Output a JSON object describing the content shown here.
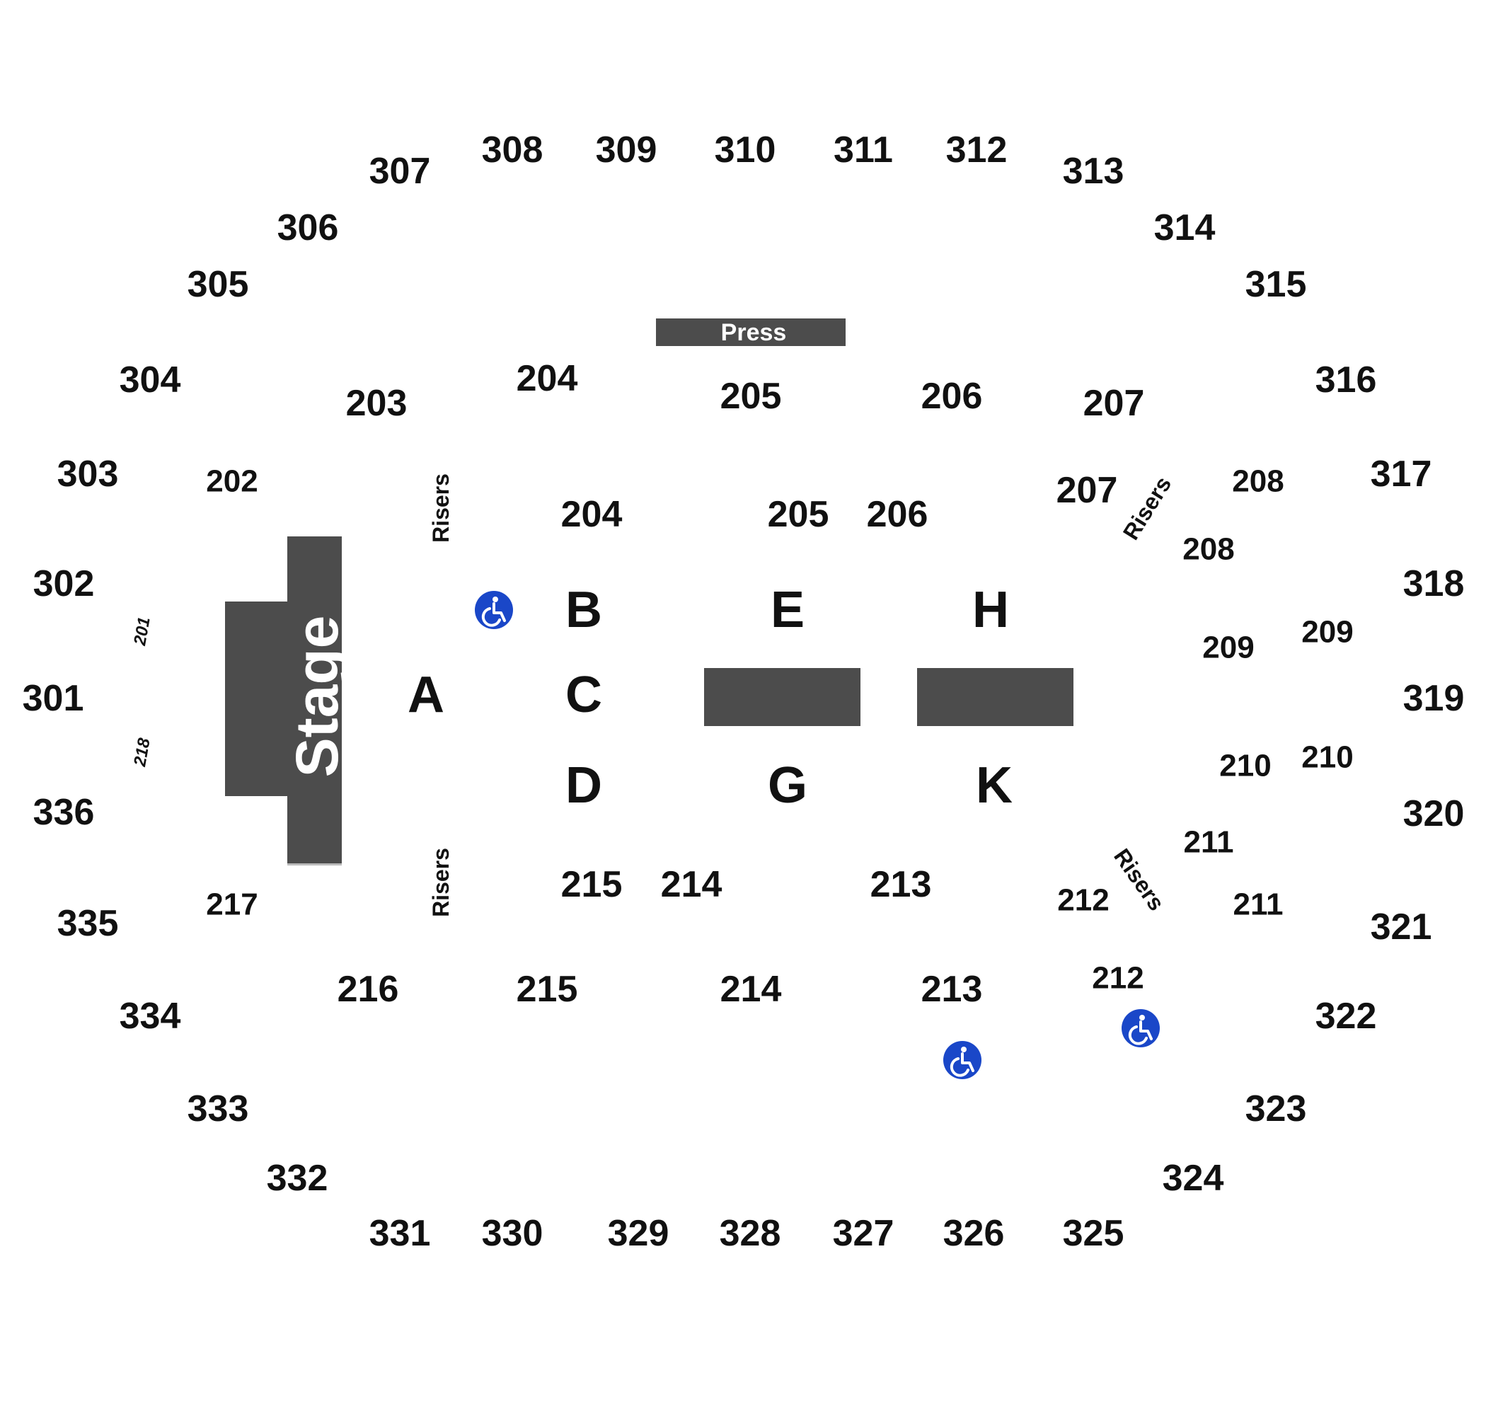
{
  "stage_label": "Stage",
  "press_label": "Press",
  "risers_label": "Risers",
  "floor_sections": [
    "A",
    "B",
    "C",
    "D",
    "E",
    "G",
    "H",
    "K"
  ],
  "upper_sections": [
    "301",
    "302",
    "303",
    "304",
    "305",
    "306",
    "307",
    "308",
    "309",
    "310",
    "311",
    "312",
    "313",
    "314",
    "315",
    "316",
    "317",
    "318",
    "319",
    "320",
    "321",
    "322",
    "323",
    "324",
    "325",
    "326",
    "327",
    "328",
    "329",
    "330",
    "331",
    "332",
    "333",
    "334",
    "335",
    "336"
  ],
  "lower_sections": [
    "201",
    "202",
    "203",
    "204",
    "204",
    "205",
    "205",
    "206",
    "206",
    "207",
    "207",
    "208",
    "208",
    "209",
    "209",
    "210",
    "210",
    "211",
    "211",
    "212",
    "212",
    "213",
    "213",
    "214",
    "214",
    "215",
    "215",
    "216",
    "217",
    "218"
  ],
  "icons": {
    "wheelchair": "accessible-seating-icon",
    "accent": "#1a47c8",
    "block_color": "#4c4c4c"
  }
}
